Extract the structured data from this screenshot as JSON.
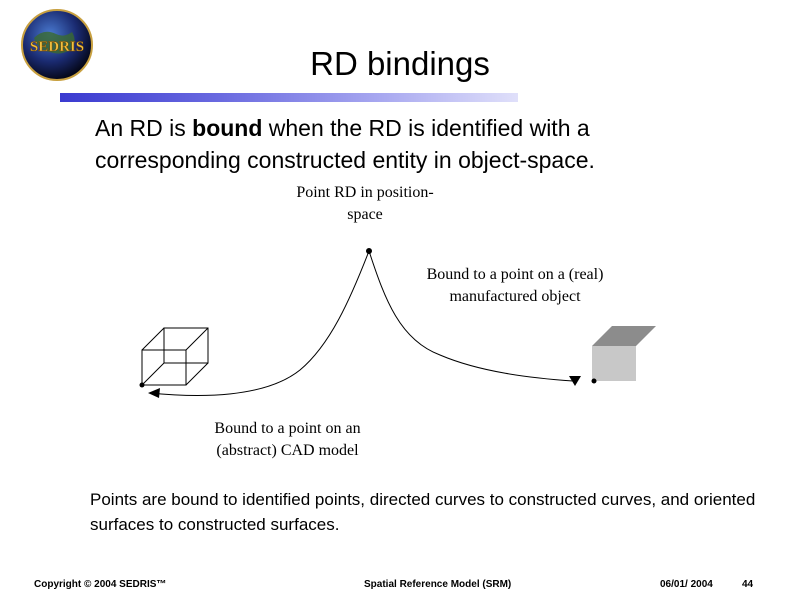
{
  "slide": {
    "title": "RD bindings",
    "intro_parts": [
      "An RD is ",
      "bound",
      " when the RD is identified with a corresponding constructed entity in object-space."
    ],
    "labels": {
      "top": "Point RD in position-space",
      "right": "Bound to a point on a (real) manufactured object",
      "left": "Bound to a point on an (abstract) CAD model"
    },
    "summary": "Points are bound to identified points,  directed curves to constructed curves, and oriented surfaces to constructed surfaces."
  },
  "logo": {
    "text": "SEDRIS",
    "icon": "globe-logo-icon"
  },
  "footer": {
    "copyright": "Copyright © 2004 SEDRIS™",
    "center": "Spatial Reference Model (SRM)",
    "date": "06/01/ 2004",
    "page": "44"
  },
  "colors": {
    "title_bar": "#3a3ad0",
    "box_face": "#c8c8c8",
    "box_top": "#8c8c8c"
  }
}
